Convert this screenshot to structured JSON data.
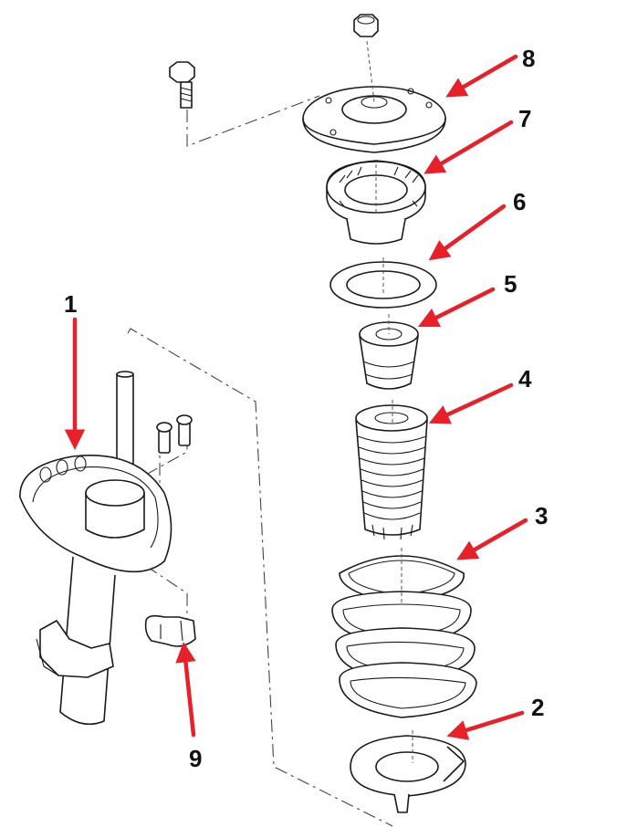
{
  "callouts": [
    {
      "id": "1",
      "label": "1"
    },
    {
      "id": "2",
      "label": "2"
    },
    {
      "id": "3",
      "label": "3"
    },
    {
      "id": "4",
      "label": "4"
    },
    {
      "id": "5",
      "label": "5"
    },
    {
      "id": "6",
      "label": "6"
    },
    {
      "id": "7",
      "label": "7"
    },
    {
      "id": "8",
      "label": "8"
    },
    {
      "id": "9",
      "label": "9"
    }
  ],
  "colors": {
    "arrow": "#e8202a",
    "line": "#1a1a1a",
    "background": "#ffffff"
  }
}
